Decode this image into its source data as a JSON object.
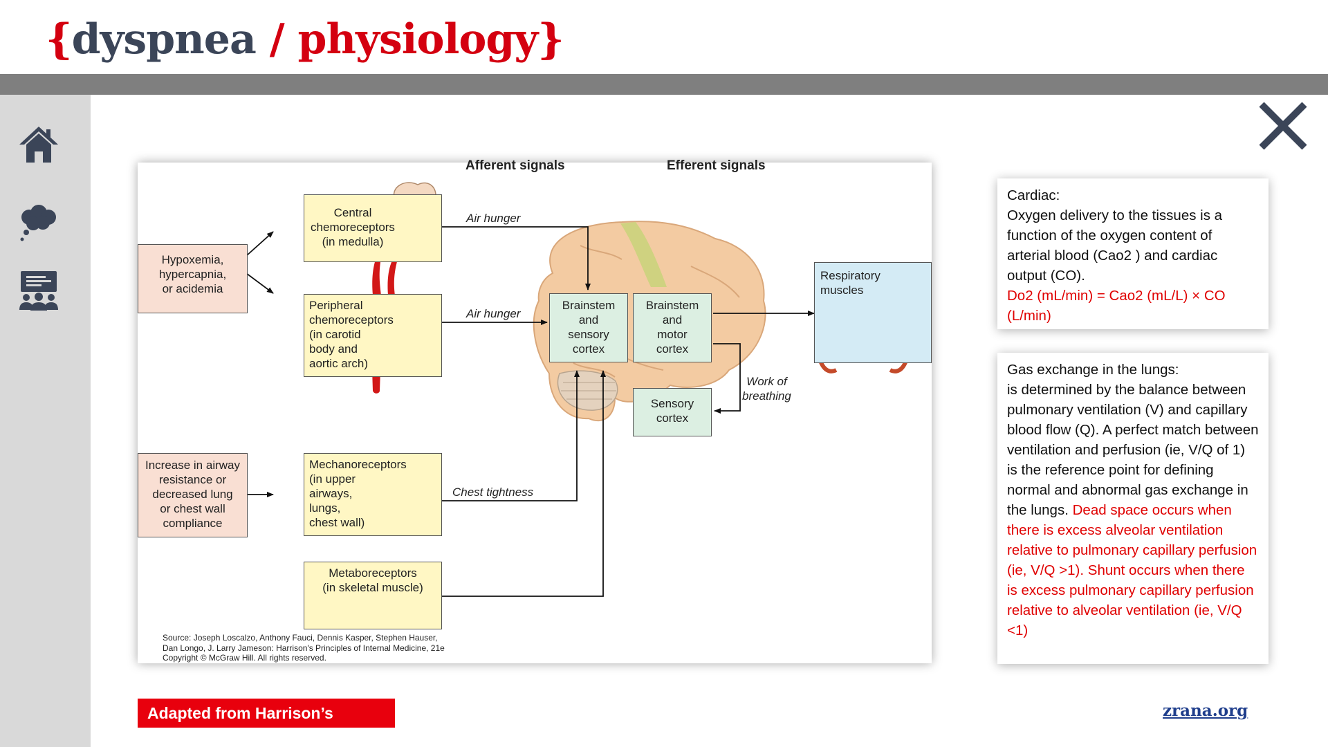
{
  "header": {
    "brace_open": "{",
    "word_dyspnea": "dyspnea",
    "separator": " / ",
    "word_physiology": "physiology",
    "brace_close": "}"
  },
  "sidebar": {
    "items": [
      {
        "icon": "home-icon"
      },
      {
        "icon": "thought-cloud-icon"
      },
      {
        "icon": "presentation-group-icon"
      }
    ]
  },
  "close_icon": "close-icon",
  "diagram": {
    "afferent_heading": "Afferent signals",
    "efferent_heading": "Efferent signals",
    "boxes": {
      "hypoxemia": "Hypoxemia,\nhypercapnia,\nor acidemia",
      "central": "Central\nchemoreceptors\n(in medulla)",
      "peripheral": "Peripheral\nchemoreceptors\n(in carotid\nbody and\naortic arch)",
      "airway": "Increase in airway\nresistance or\ndecreased lung\nor chest wall\ncompliance",
      "mechano": "Mechanoreceptors\n(in upper\nairways,\nlungs,\nchest wall)",
      "metabo": "Metaboreceptors\n(in skeletal muscle)",
      "brainstem_sensory": "Brainstem\nand\nsensory\ncortex",
      "brainstem_motor": "Brainstem\nand\nmotor\ncortex",
      "sensory_cortex": "Sensory\ncortex",
      "resp_muscles": "Respiratory\nmuscles"
    },
    "labels": {
      "air_hunger_1": "Air hunger",
      "air_hunger_2": "Air hunger",
      "chest_tightness": "Chest tightness",
      "work_of_breathing": "Work of\nbreathing"
    },
    "source": "Source: Joseph Loscalzo, Anthony Fauci, Dennis Kasper, Stephen Hauser,\nDan Longo, J. Larry Jameson: Harrison's Principles of Internal Medicine, 21e\nCopyright © McGraw Hill. All rights reserved."
  },
  "cards": {
    "cardiac": {
      "heading": "Cardiac:",
      "body": "Oxygen delivery to the tissues is a function of the oxygen content of arterial blood (Cao2 ) and cardiac output (CO).",
      "formula": "Do2 (mL/min) = Cao2 (mL/L) × CO (L/min)"
    },
    "gas": {
      "heading": "Gas exchange in the lungs:",
      "body": "is determined by the balance between pulmonary ventilation (V) and capillary blood flow (Q). A perfect match between ventilation and perfusion (ie, V/Q of 1) is the reference point for defining normal and abnormal gas exchange in the lungs.",
      "highlight": "Dead space occurs when there is excess alveolar ventilation relative to pulmonary capillary perfusion (ie, V/Q >1). Shunt occurs when there is excess pulmonary capillary perfusion relative to alveolar ventilation (ie, V/Q <1)"
    }
  },
  "footer": {
    "adapted": "Adapted from Harrison’s",
    "site": "zrana.org"
  },
  "colors": {
    "accent_red": "#d40010",
    "title_dark": "#3b4558",
    "link_blue": "#1f3e8c",
    "sidebar_gray": "#d9d9d9",
    "band_gray": "#7f7f7f"
  }
}
